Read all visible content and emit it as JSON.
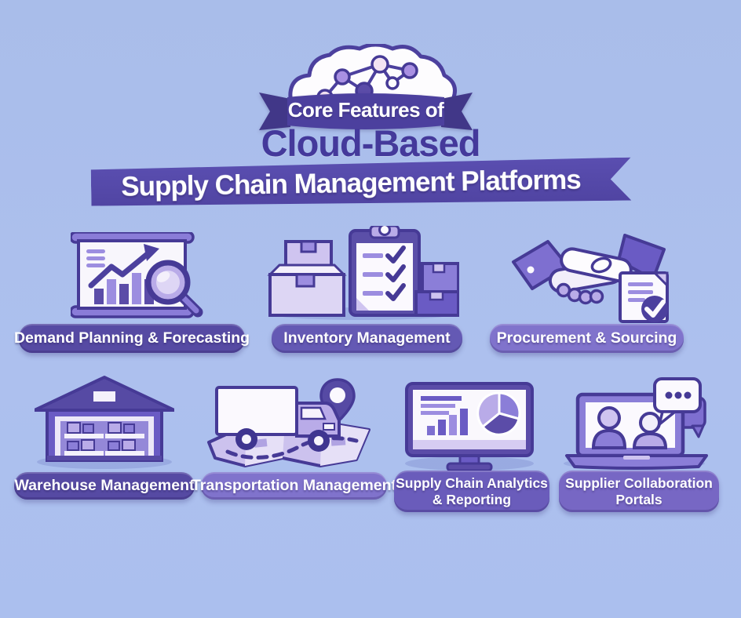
{
  "header": {
    "ribbon_label": "Core Features of",
    "title": "Cloud-Based",
    "banner_label": "Supply Chain Management Platforms",
    "cloud_icon": "cloud-network-icon"
  },
  "features": {
    "row1": [
      {
        "label": "Demand Planning & Forecasting",
        "icon": "bar-chart-magnifier-icon"
      },
      {
        "label": "Inventory Management",
        "icon": "boxes-checklist-icon"
      },
      {
        "label": "Procurement & Sourcing",
        "icon": "handshake-contract-icon"
      }
    ],
    "row2": [
      {
        "label": "Warehouse Management",
        "icon": "warehouse-icon"
      },
      {
        "label": "Transportation Management",
        "icon": "truck-map-pin-icon"
      },
      {
        "label": "Supply Chain Analytics & Reporting",
        "label_line1": "Supply Chain Analytics",
        "label_line2": "& Reporting",
        "icon": "monitor-analytics-icon"
      },
      {
        "label": "Supplier Collaboration Portals",
        "label_line1": "Supplier Collaboration",
        "label_line2": "Portals",
        "icon": "laptop-collaboration-icon"
      }
    ]
  },
  "colors": {
    "background": "#adc0ee",
    "dark_purple_outline": "#463a96",
    "banner_purple": "#5044a2",
    "title_purple": "#44399b",
    "pill_dark": "#564aa3",
    "pill_light": "#8073cc",
    "icon_mid_purple": "#7e6fd0",
    "icon_lavender": "#b9abe8",
    "icon_white": "#fbf9fe",
    "shadow_blue": "#8c9cd8",
    "text_white": "#ffffff"
  }
}
